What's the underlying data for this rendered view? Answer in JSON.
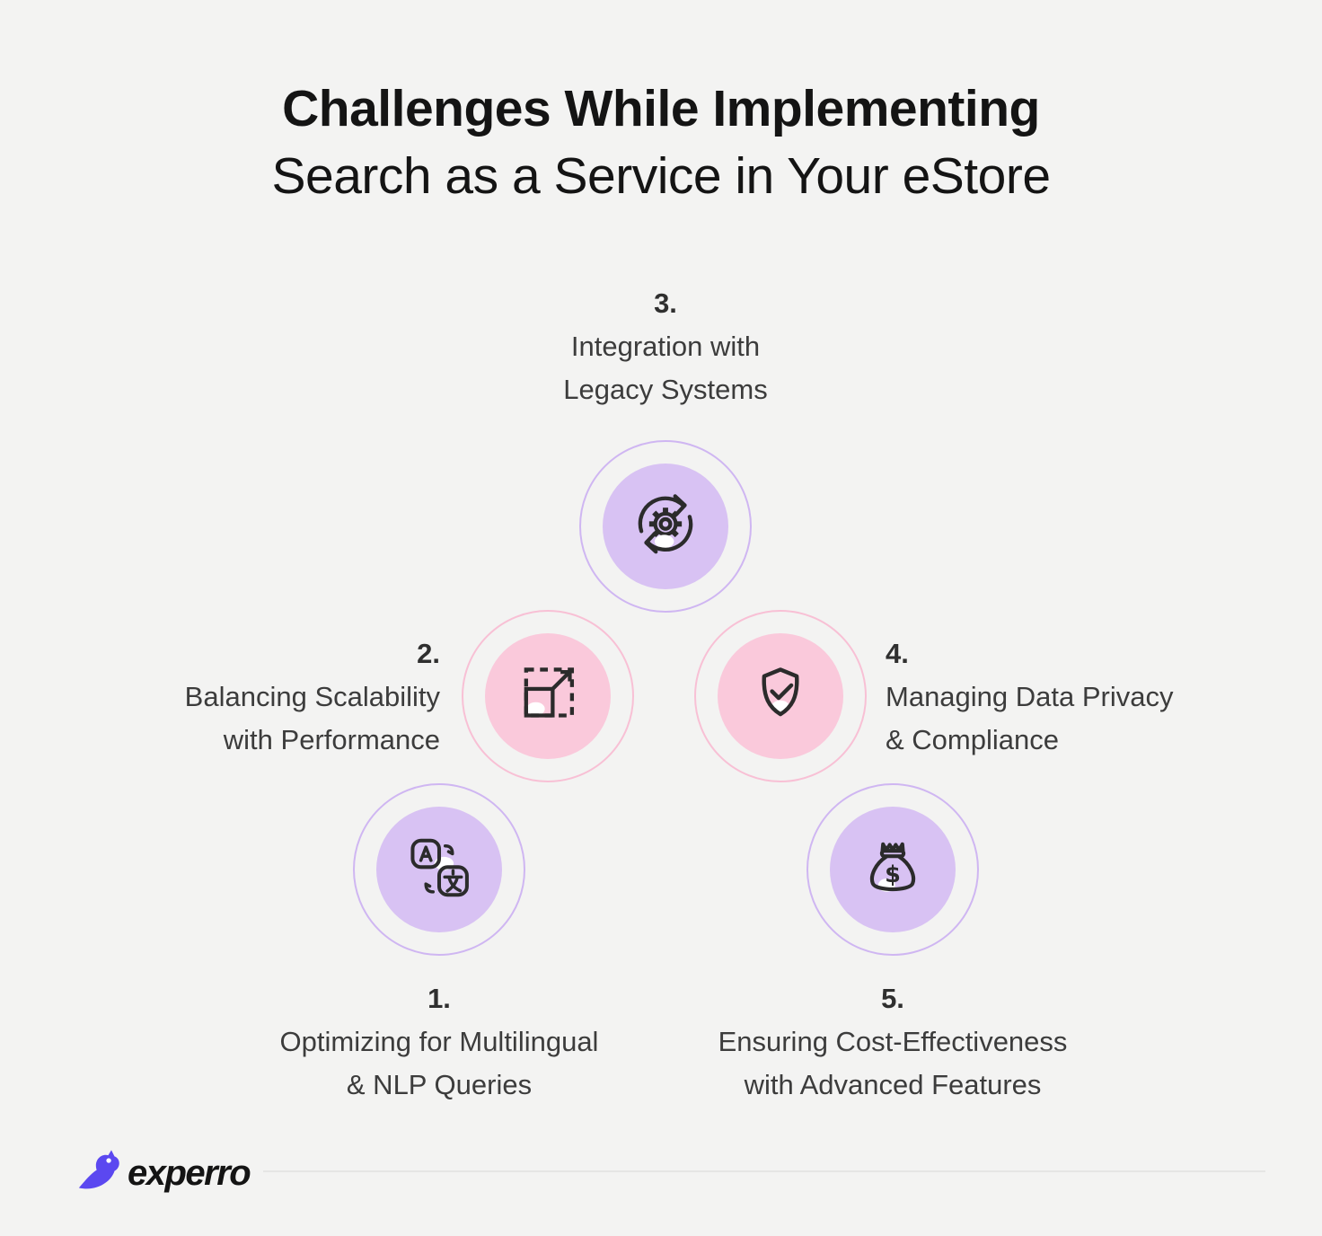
{
  "title": {
    "line1": "Challenges While Implementing",
    "line2": "Search as a Service in Your eStore"
  },
  "items": [
    {
      "number": "1.",
      "lines": [
        "Optimizing for Multilingual",
        "& NLP Queries"
      ],
      "icon": "translate-icon",
      "color": "purple"
    },
    {
      "number": "2.",
      "lines": [
        "Balancing Scalability",
        "with Performance"
      ],
      "icon": "scale-expand-icon",
      "color": "pink"
    },
    {
      "number": "3.",
      "lines": [
        "Integration with",
        "Legacy Systems"
      ],
      "icon": "sync-gear-icon",
      "color": "purple"
    },
    {
      "number": "4.",
      "lines": [
        "Managing Data Privacy",
        "& Compliance"
      ],
      "icon": "shield-check-icon",
      "color": "pink"
    },
    {
      "number": "5.",
      "lines": [
        "Ensuring Cost-Effectiveness",
        "with Advanced Features"
      ],
      "icon": "money-bag-icon",
      "color": "purple"
    }
  ],
  "footer": {
    "brand": "experro"
  },
  "colors": {
    "background": "#f3f3f2",
    "purple_fill": "#d8c2f3",
    "purple_ring": "#cfb6f2",
    "pink_fill": "#fac9db",
    "pink_ring": "#f8c0d5",
    "icon_stroke": "#2b2b2b",
    "text": "#3c3c3c",
    "title": "#141414",
    "brand_purple": "#5b48f0"
  }
}
